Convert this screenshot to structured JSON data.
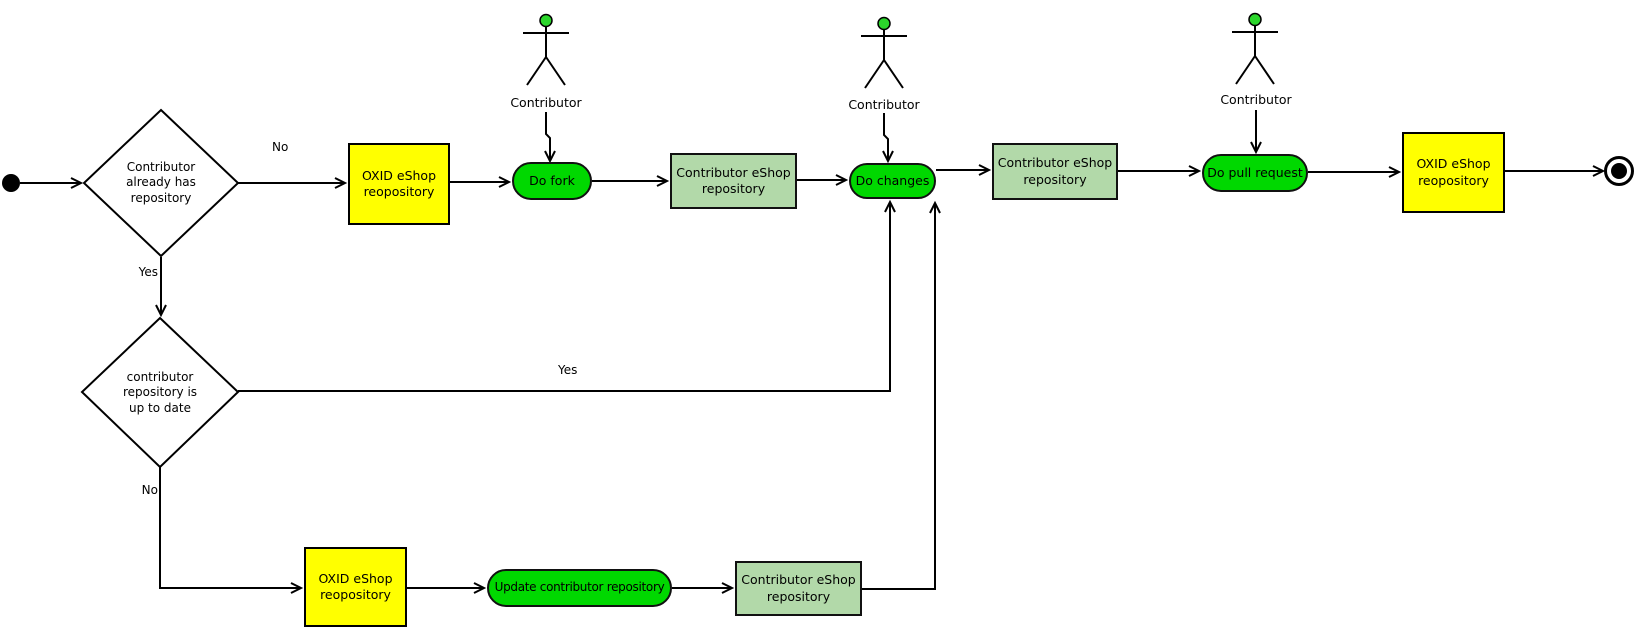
{
  "colors": {
    "action_green": "#00d800",
    "object_green": "#b2d9a9",
    "store_yellow": "#ffff00",
    "actor_head_green": "#2bd62b",
    "line_black": "#000000"
  },
  "nodes": {
    "decision_has_repo": "Contributor\nalready has\nrepository",
    "oxid_repo_top": "OXID eShop\nreopository",
    "do_fork": "Do fork",
    "contributor_repo_top": "Contributor eShop\nrepository",
    "do_changes": "Do changes",
    "contributor_repo_right": "Contributor eShop\nrepository",
    "do_pull_request": "Do pull request",
    "oxid_repo_right": "OXID eShop\nreopository",
    "decision_up_to_date": "contributor\nrepository is\nup to date",
    "oxid_repo_bottom": "OXID eShop\nreopository",
    "update_contributor_repo": "Update contributor repository",
    "contributor_repo_bottom": "Contributor eShop\nrepository"
  },
  "edge_labels": {
    "no_top": "No",
    "yes_top": "Yes",
    "yes_mid": "Yes",
    "no_bottom": "No"
  },
  "actors": {
    "fork": "Contributor",
    "changes": "Contributor",
    "pull": "Contributor"
  }
}
